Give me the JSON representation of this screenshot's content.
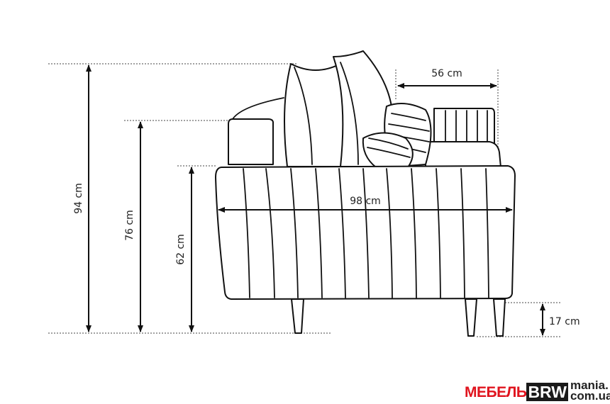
{
  "dimensions": {
    "total_height": "94 cm",
    "backrest_height": "76 cm",
    "armrest_height": "62 cm",
    "depth": "98 cm",
    "seat_depth": "56 cm",
    "leg_height": "17 cm"
  },
  "logo": {
    "part1": "МЕБЕЛЬ",
    "part2": "BRW",
    "part3_line1": "mania.",
    "part3_line2": "com.ua"
  }
}
